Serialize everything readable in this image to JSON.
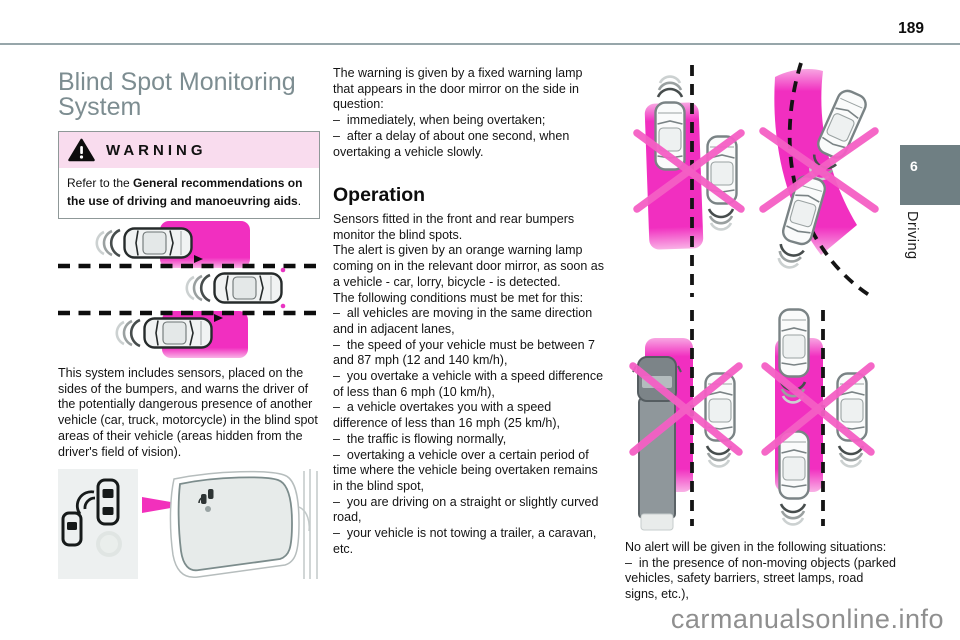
{
  "page": {
    "number": "189",
    "section_tab": {
      "number": "6",
      "label": "Driving"
    },
    "watermark": "carmanualsonline.info"
  },
  "left_column": {
    "title": "Blind Spot Monitoring\nSystem",
    "warning": {
      "heading": "WARNING",
      "body_prefix": "Refer to the ",
      "body_bold": "General recommendations on the use of driving and manoeuvring aids",
      "body_suffix": "."
    },
    "paragraph": "This system includes sensors, placed on the\nsides of the bumpers, and warns the driver of\nthe potentially dangerous presence of another\nvehicle (car, truck, motorcycle) in the blind spot\nareas of their vehicle (areas hidden from the\ndriver's field of vision)."
  },
  "middle_column": {
    "paragraph1": "The warning is given by a fixed warning lamp\nthat appears in the door mirror on the side in\nquestion:\n–  immediately, when being overtaken;\n–  after a delay of about one second, when\novertaking a vehicle slowly.",
    "heading": "Operation",
    "paragraph2": "Sensors fitted in the front and rear bumpers\nmonitor the blind spots.\nThe alert is given by an orange warning lamp\ncoming on in the relevant door mirror, as soon as\na vehicle - car, lorry, bicycle - is detected.\nThe following conditions must be met for this:\n–  all vehicles are moving in the same direction\nand in adjacent lanes,\n–  the speed of your vehicle must be between 7\nand 87 mph (12 and 140 km/h),\n–  you overtake a vehicle with a speed difference\nof less than 6 mph (10 km/h),\n–  a vehicle overtakes you with a speed\ndifference of less than 16 mph (25 km/h),\n–  the traffic is flowing normally,\n–  overtaking a vehicle over a certain period of\ntime where the vehicle being overtaken remains\nin the blind spot,\n–  you are driving on a straight or slightly curved\nroad,\n–  your vehicle is not towing a trailer, a caravan,\netc."
  },
  "right_column": {
    "caption": "No alert will be given in the following situations:\n–  in the presence of non-moving objects (parked\nvehicles, safety barriers, street lamps, road\nsigns, etc.),"
  },
  "icons": {
    "warning_triangle": "⚠"
  },
  "colors": {
    "accent_magenta": "#f12fc0",
    "cross_pink": "#f55fc5",
    "warning_header_pink": "#f9dcee",
    "title_gray": "#7d8d91",
    "tab_gray": "#6f7f83"
  }
}
